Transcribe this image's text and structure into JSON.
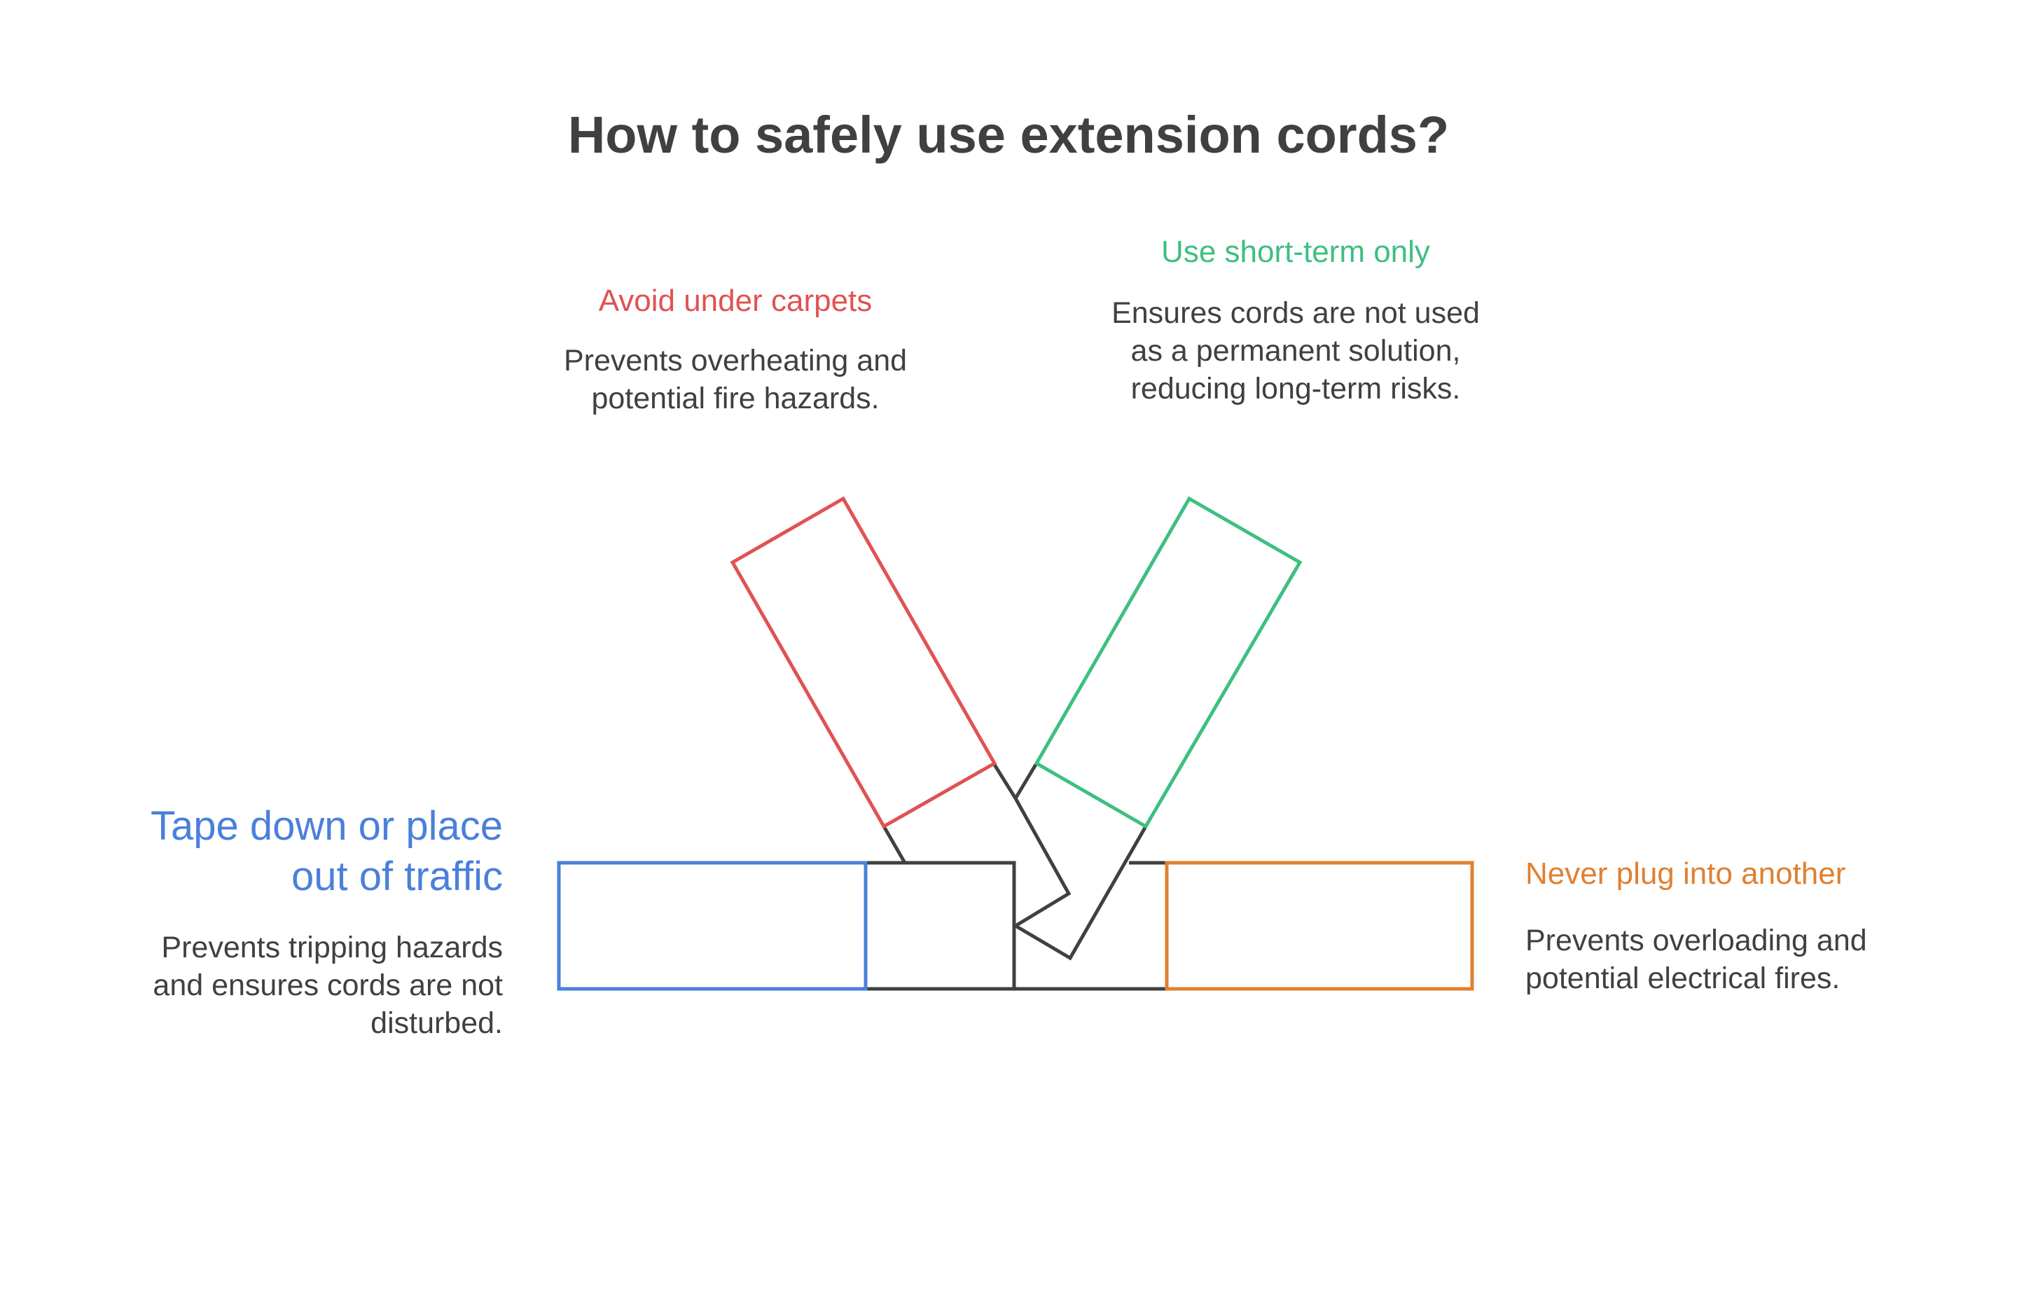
{
  "title": "How to safely use extension cords?",
  "colors": {
    "red": "#e05252",
    "green": "#3dbf80",
    "blue": "#4a80db",
    "orange": "#e08030",
    "dark": "#404040"
  },
  "items": [
    {
      "heading": "Avoid under carpets",
      "description": "Prevents overheating and\npotential fire hazards.",
      "color": "#e05252"
    },
    {
      "heading": "Use short-term only",
      "description": "Ensures cords are not used\nas a permanent solution,\nreducing long-term risks.",
      "color": "#3dbf80"
    },
    {
      "heading": "Tape down or place\nout of traffic",
      "description": "Prevents tripping hazards\nand ensures cords are not\ndisturbed.",
      "color": "#4a80db"
    },
    {
      "heading": "Never plug into another",
      "description": "Prevents overloading and\npotential electrical fires.",
      "color": "#e08030"
    }
  ]
}
